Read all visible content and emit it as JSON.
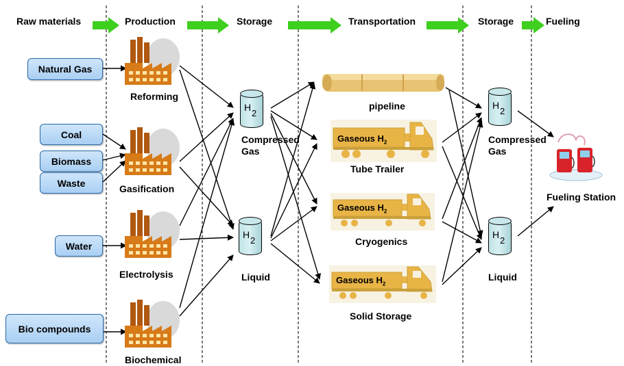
{
  "stages": [
    "Raw materials",
    "Production",
    "Storage",
    "Transportation",
    "Storage",
    "Fueling"
  ],
  "sources": {
    "natural_gas": "Natural Gas",
    "coal": "Coal",
    "biomass": "Biomass",
    "waste": "Waste",
    "water": "Water",
    "bio_compounds": "Bio compounds"
  },
  "production": {
    "reforming": "Reforming",
    "gasification": "Gasification",
    "electrolysis": "Electrolysis",
    "biochemical": "Biochemical"
  },
  "storage_left": {
    "compressed_1": "Compressed",
    "compressed_2": "Gas",
    "liquid": "Liquid"
  },
  "transport": {
    "pipeline": "pipeline",
    "tube_trailer": "Tube Trailer",
    "cryogenics": "Cryogenics",
    "solid_storage": "Solid Storage",
    "truck_text": "Gaseous H",
    "truck_sub": "2"
  },
  "storage_right": {
    "compressed_1": "Compressed",
    "compressed_2": "Gas",
    "liquid": "Liquid"
  },
  "fueling": {
    "station": "Fueling Station"
  },
  "tank": {
    "h": "H",
    "sub": "2"
  },
  "colors": {
    "arrow_green": "#3ecf1f",
    "source_fill": "#bcdcf7",
    "source_border": "#2c6aa8",
    "truck": "#e8b446",
    "pipe": "#e7c373"
  }
}
